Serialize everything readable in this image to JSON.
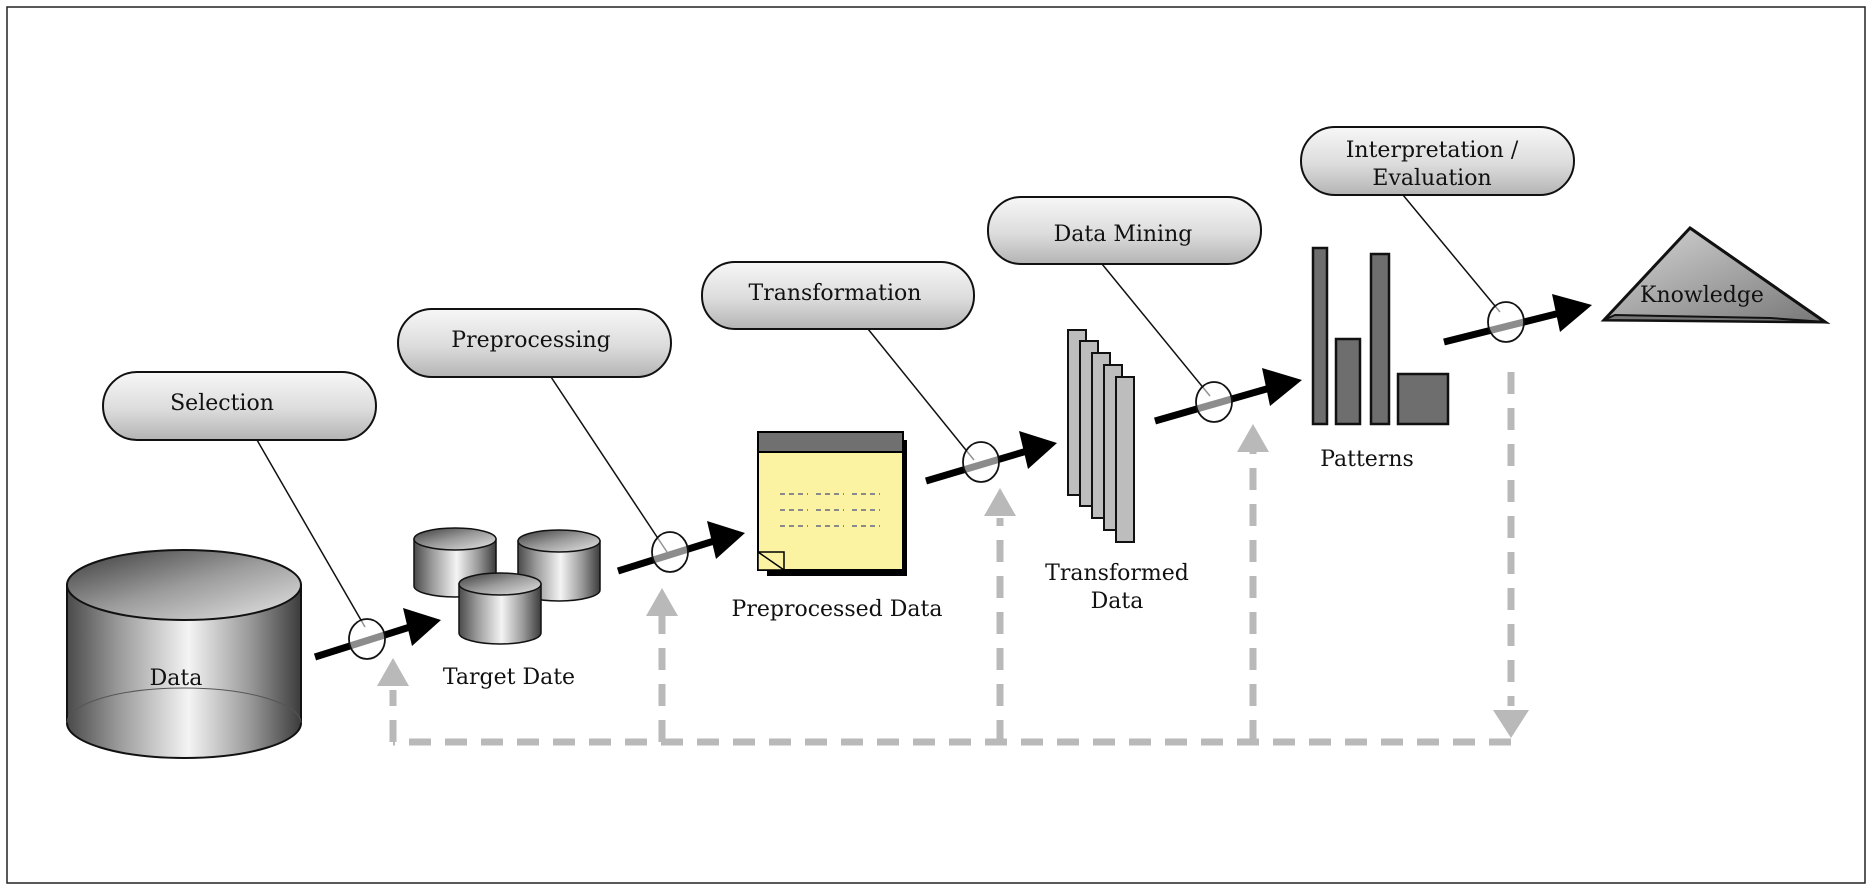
{
  "steps": {
    "selection": "Selection",
    "preprocessing": "Preprocessing",
    "transformation": "Transformation",
    "data_mining": "Data Mining",
    "interpretation_line1": "Interpretation /",
    "interpretation_line2": "Evaluation"
  },
  "stages": {
    "data": "Data",
    "target": "Target Date",
    "preprocessed": "Preprocessed Data",
    "transformed_line1": "Transformed",
    "transformed_line2": "Data",
    "patterns": "Patterns",
    "knowledge": "Knowledge"
  },
  "colors": {
    "note_yellow": "#fbf3a1",
    "feedback_gray": "#b9b9b9",
    "bar_dark": "#6e6e6e",
    "layer_gray": "#bdbdbd"
  }
}
